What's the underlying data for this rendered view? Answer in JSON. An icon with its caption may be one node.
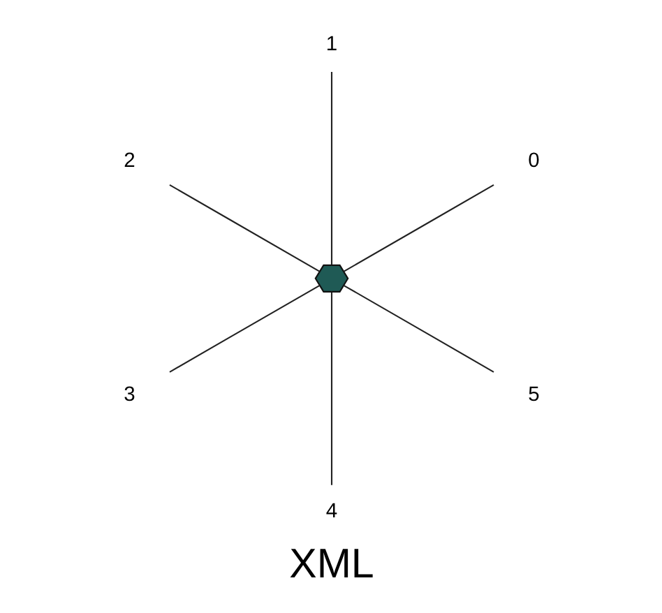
{
  "diagram": {
    "caption": "XML",
    "nodes": [
      {
        "text": [],
        "shape": "hexagon"
      },
      {
        "text": [
          "0"
        ]
      },
      {
        "text": [
          "1"
        ]
      },
      {
        "text": [
          "2"
        ]
      },
      {
        "text": [
          "3"
        ]
      },
      {
        "text": [
          "4"
        ]
      },
      {
        "text": [
          "5"
        ]
      }
    ],
    "edges": [
      {
        "from": 0,
        "to": 1,
        "arrow": "none"
      },
      {
        "from": 0,
        "to": 2,
        "arrow": "none"
      },
      {
        "from": 0,
        "to": 3,
        "arrow": "none"
      },
      {
        "from": 0,
        "to": 4,
        "arrow": "none"
      },
      {
        "from": 0,
        "to": 5,
        "arrow": "none"
      },
      {
        "from": 0,
        "to": 6,
        "arrow": "none"
      }
    ]
  }
}
